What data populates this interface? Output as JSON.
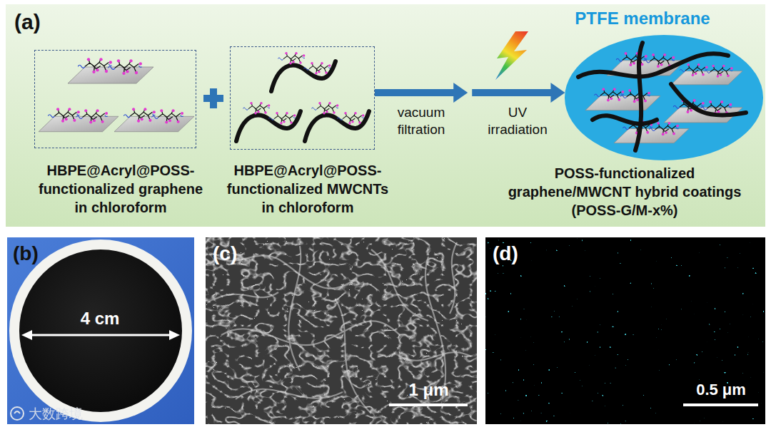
{
  "diagram": {
    "nodes": [
      {
        "text": [
          "HBPE@Acryl@POSS- functionalized graphene in chloroform"
        ]
      },
      {
        "text": [
          "HBPE@Acryl@POSS- functionalized MWCNTs in chloroform"
        ]
      },
      {
        "text": [
          "PTFE membrane",
          "POSS-functionalized graphene/MWCNT hybrid coatings (POSS-G/M-x%)"
        ]
      }
    ],
    "edges": [
      {
        "from": 1,
        "to": 2,
        "arrow": "to"
      }
    ],
    "labels": [
      "(a)",
      "vacuum filtration",
      "UV irradiation",
      "(b)",
      "4 cm",
      "(c)",
      "1 μm",
      "(d)",
      "0.5 μm",
      "大数跨境"
    ]
  }
}
